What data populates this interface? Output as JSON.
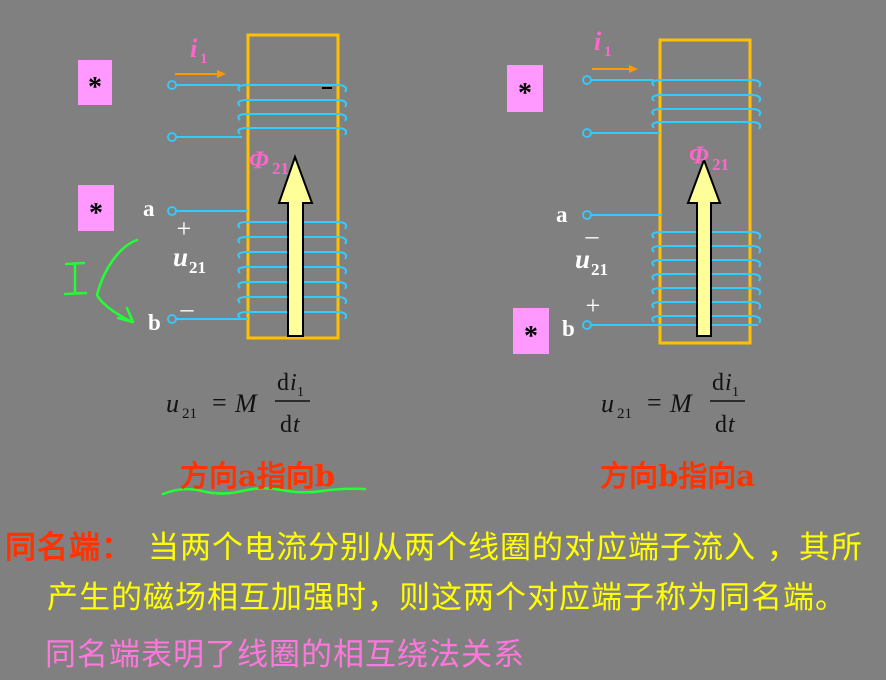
{
  "colors": {
    "background": "#808080",
    "core": "#ffc000",
    "coil": "#33ccff",
    "label_pink": "#ff66cc",
    "star_box": "#ff99ff",
    "current_arrow": "#ff9900",
    "flux_arrow": "#ffff99",
    "caption_red": "#ff3300",
    "text_yellow": "#ffff00",
    "note_pink": "#ff77dd",
    "annotation_green": "#22ff33"
  },
  "left_diagram": {
    "current": {
      "symbol": "i",
      "subscript": "1"
    },
    "flux": {
      "symbol": "Φ",
      "subscript": "21"
    },
    "star_coil1": "*",
    "star_coil2": "*",
    "terminal_a": "a",
    "terminal_b": "b",
    "polarity_a": "+",
    "polarity_b": "–",
    "voltage": {
      "symbol": "u",
      "subscript": "21"
    },
    "formula": {
      "lhs": "u",
      "lhs_sub": "21",
      "eq": "=",
      "coef": "M",
      "num_d": "d",
      "num_var": "i",
      "num_sub": "1",
      "den_d": "d",
      "den_var": "t"
    },
    "caption": "方向a指向b"
  },
  "right_diagram": {
    "current": {
      "symbol": "i",
      "subscript": "1"
    },
    "flux": {
      "symbol": "Φ",
      "subscript": "21"
    },
    "star_coil1": "*",
    "star_coil2": "*",
    "terminal_a": "a",
    "terminal_b": "b",
    "polarity_a": "–",
    "polarity_b": "+",
    "voltage": {
      "symbol": "u",
      "subscript": "21"
    },
    "formula": {
      "lhs": "u",
      "lhs_sub": "21",
      "eq": "=",
      "coef": "M",
      "num_d": "d",
      "num_var": "i",
      "num_sub": "1",
      "den_d": "d",
      "den_var": "t"
    },
    "caption": "方向b指向a"
  },
  "definition": {
    "term": "同名端：",
    "line1": "当两个电流分别从两个线圈的对应端子流入 ，其所",
    "line2": "产生的磁场相互加强时，则这两个对应端子称为同名端。"
  },
  "note": "同名端表明了线圈的相互绕法关系"
}
